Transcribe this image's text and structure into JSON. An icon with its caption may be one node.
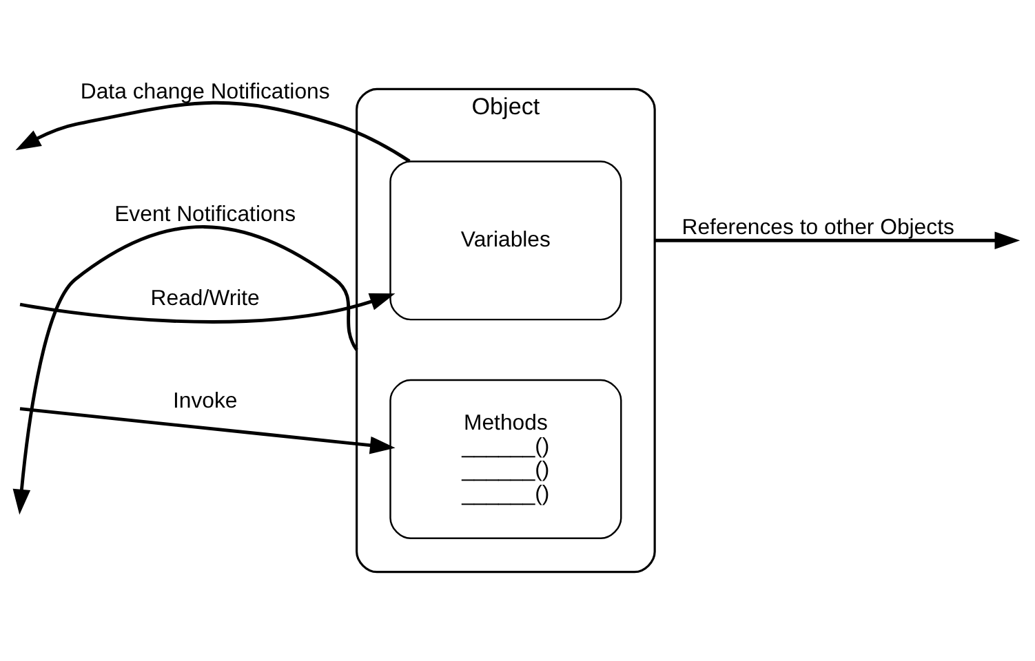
{
  "diagram": {
    "nodes": [
      {
        "text": [
          "Object"
        ]
      },
      {
        "text": [
          "Variables"
        ],
        "in": 0
      },
      {
        "text": [
          "Methods",
          "______()",
          "______()",
          "______()"
        ],
        "in": 0
      }
    ],
    "edges": [
      {
        "from": 1,
        "to": null,
        "arrow": "to",
        "label": "Data change Notifications"
      },
      {
        "from": null,
        "to": 1,
        "arrow": "to",
        "label": "Read/Write"
      },
      {
        "from": null,
        "to": 2,
        "arrow": "to",
        "label": "Invoke"
      },
      {
        "from": 0,
        "to": null,
        "arrow": "to",
        "label": "Event Notifications"
      },
      {
        "from": 0,
        "to": null,
        "arrow": "to",
        "label": "References to other Objects"
      }
    ]
  }
}
